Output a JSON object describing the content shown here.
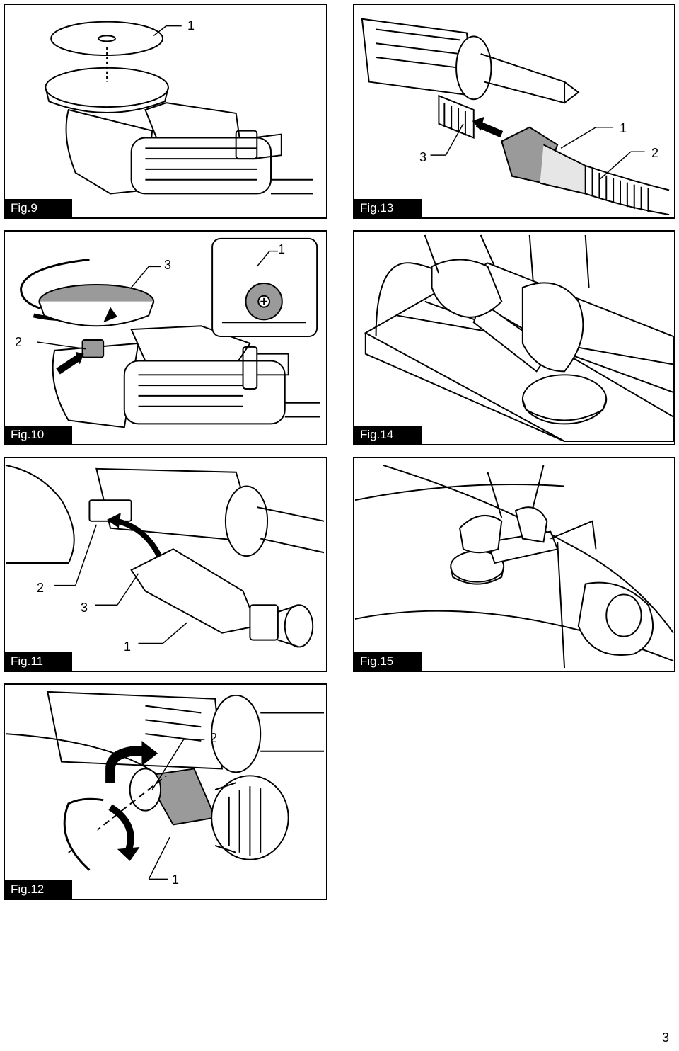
{
  "figures": {
    "fig9": {
      "label": "Fig.9",
      "callouts": {
        "c1": "1"
      }
    },
    "fig10": {
      "label": "Fig.10",
      "callouts": {
        "c1": "1",
        "c2": "2",
        "c3": "3"
      }
    },
    "fig11": {
      "label": "Fig.11",
      "callouts": {
        "c1": "1",
        "c2": "2",
        "c3": "3"
      }
    },
    "fig12": {
      "label": "Fig.12",
      "callouts": {
        "c1": "1",
        "c2": "2"
      }
    },
    "fig13": {
      "label": "Fig.13",
      "callouts": {
        "c1": "1",
        "c2": "2",
        "c3": "3"
      }
    },
    "fig14": {
      "label": "Fig.14"
    },
    "fig15": {
      "label": "Fig.15"
    }
  },
  "page_number": "3",
  "colors": {
    "line": "#000000",
    "fill_grey": "#9a9a9a",
    "fill_light": "#e6e6e6"
  }
}
